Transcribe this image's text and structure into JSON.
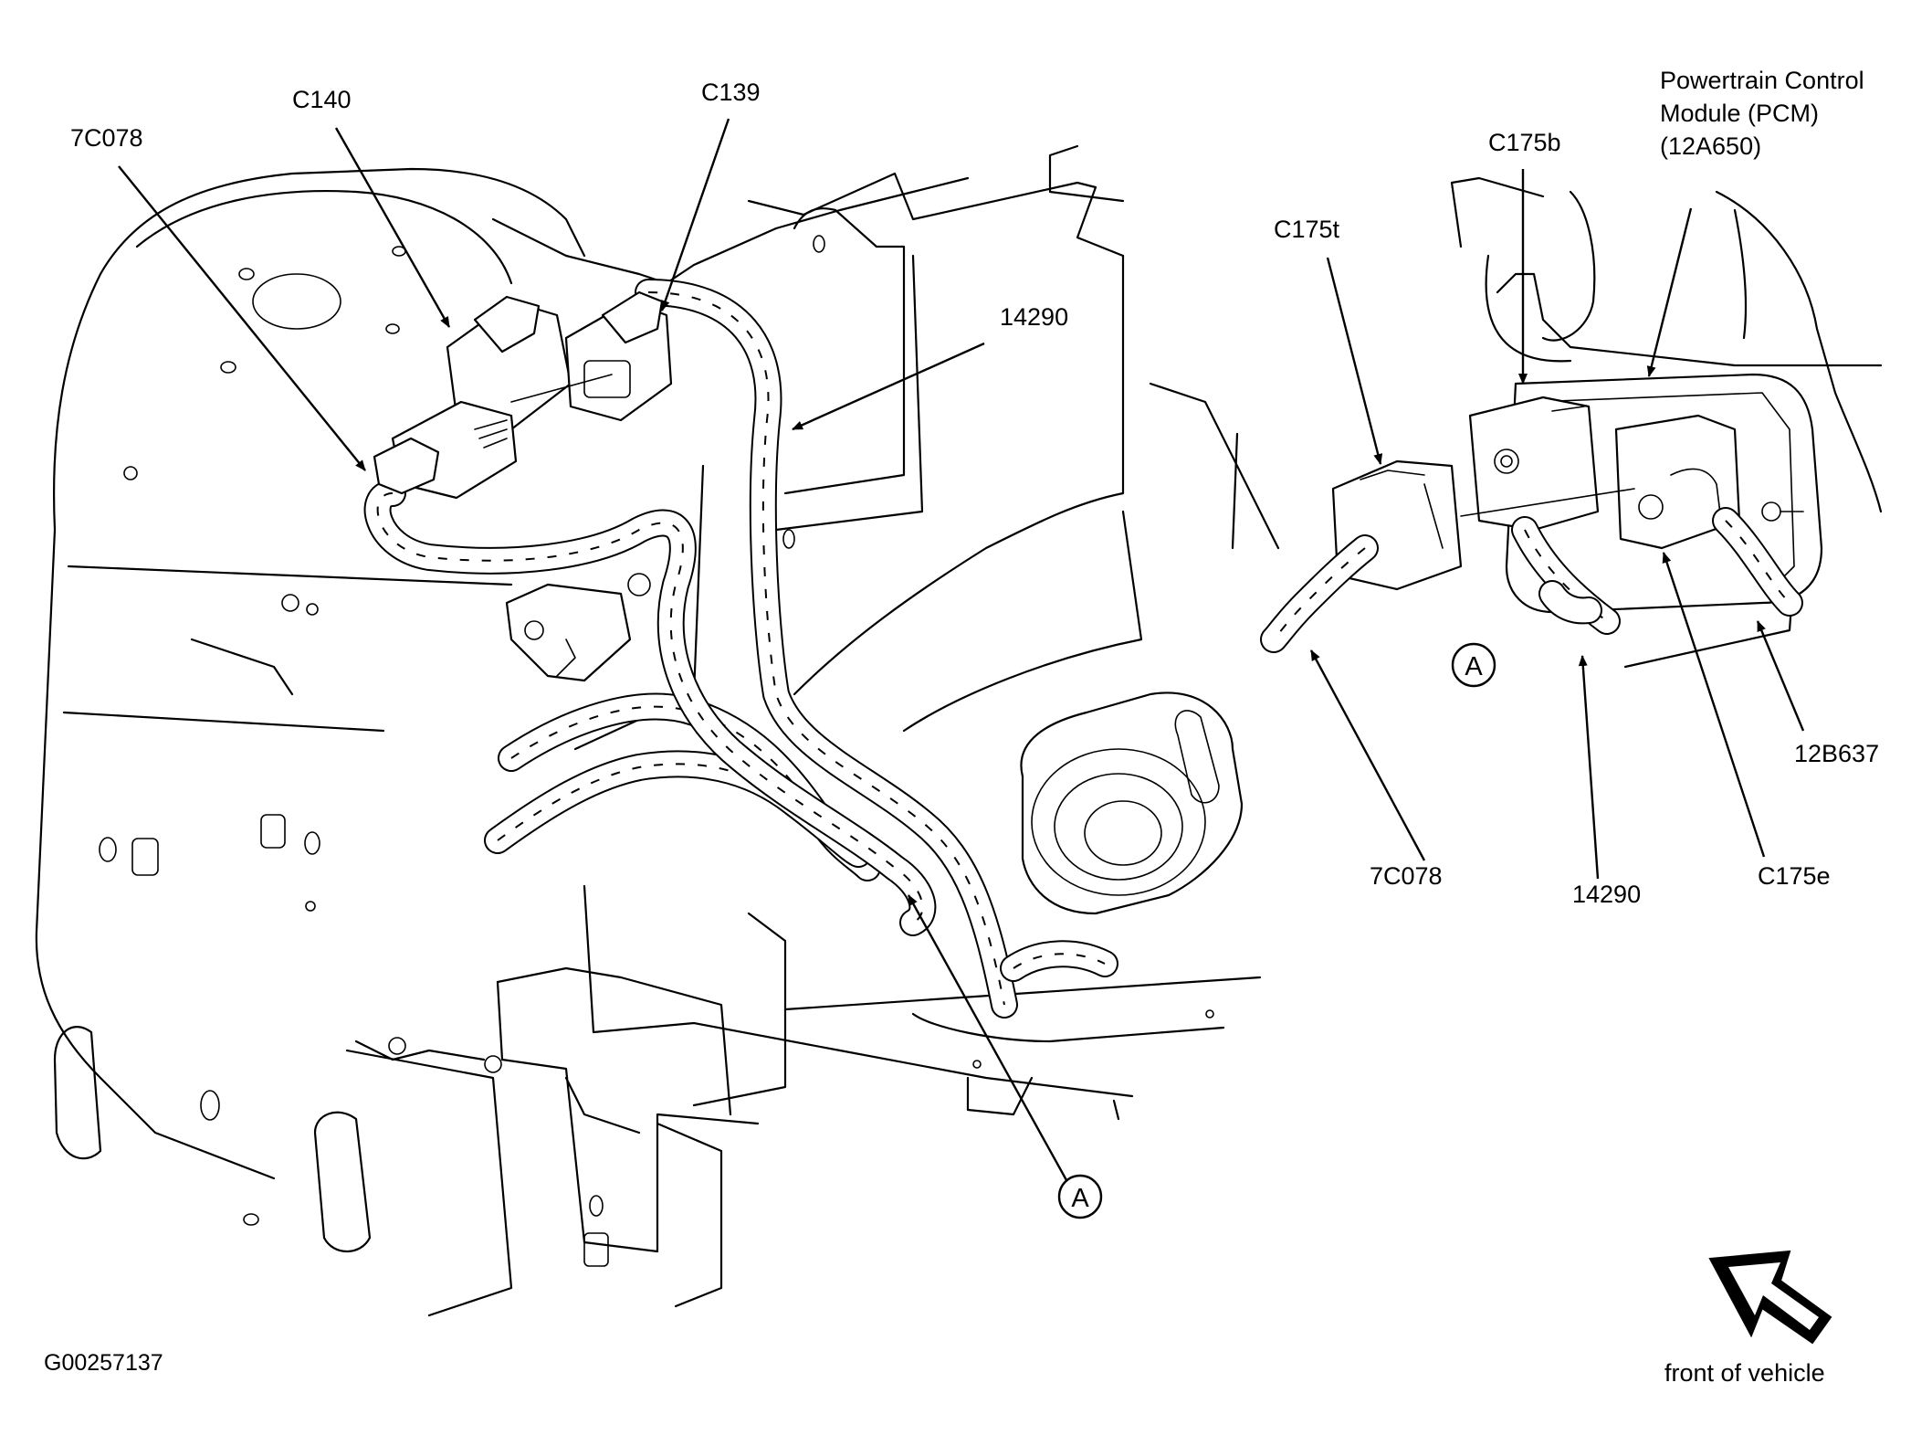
{
  "figure_id": "G00257137",
  "orientation_label": "front of vehicle",
  "detail_marker": "A",
  "callouts": {
    "c_7c078_left": "7C078",
    "c_c140": "C140",
    "c_c139": "C139",
    "c_14290_left": "14290",
    "c_c175t": "C175t",
    "c_c175b": "C175b",
    "c_pcm_line1": "Powertrain Control",
    "c_pcm_line2": "Module (PCM)",
    "c_pcm_line3": "(12A650)",
    "c_7c078_right": "7C078",
    "c_14290_right": "14290",
    "c_c175e": "C175e",
    "c_12b637": "12B637"
  }
}
